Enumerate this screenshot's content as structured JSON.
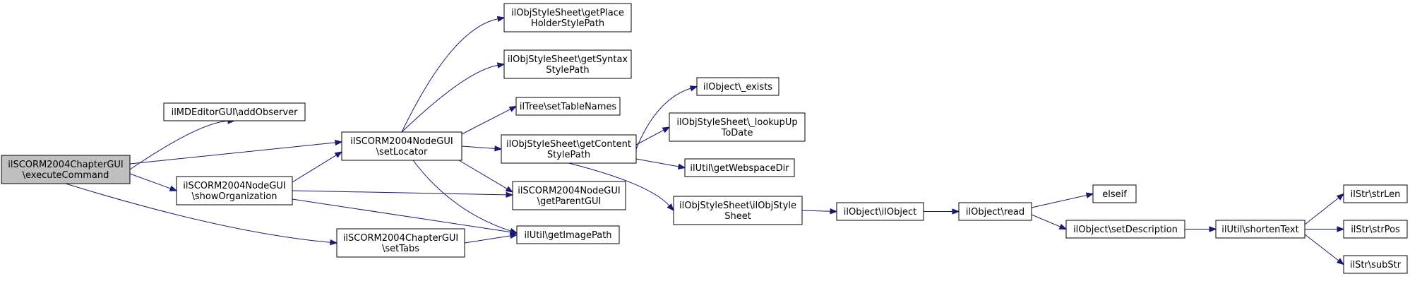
{
  "colors": {
    "edge": "#191970",
    "node_border": "#000000",
    "node_fill": "#ffffff",
    "root_fill": "#bfbfbf"
  },
  "nodes": [
    {
      "id": "root",
      "lines": [
        "ilSCORM2004ChapterGUI",
        "\\executeCommand"
      ]
    },
    {
      "id": "addObserver",
      "lines": [
        "ilMDEditorGUI\\addObserver"
      ]
    },
    {
      "id": "setLocator",
      "lines": [
        "ilSCORM2004NodeGUI",
        "\\setLocator"
      ]
    },
    {
      "id": "showOrg",
      "lines": [
        "ilSCORM2004NodeGUI",
        "\\showOrganization"
      ]
    },
    {
      "id": "setTabs",
      "lines": [
        "ilSCORM2004ChapterGUI",
        "\\setTabs"
      ]
    },
    {
      "id": "placeHolder",
      "lines": [
        "ilObjStyleSheet\\getPlace",
        "HolderStylePath"
      ]
    },
    {
      "id": "syntax",
      "lines": [
        "ilObjStyleSheet\\getSyntax",
        "StylePath"
      ]
    },
    {
      "id": "treeNames",
      "lines": [
        "ilTree\\setTableNames"
      ]
    },
    {
      "id": "content",
      "lines": [
        "ilObjStyleSheet\\getContent",
        "StylePath"
      ]
    },
    {
      "id": "parentGUI",
      "lines": [
        "ilSCORM2004NodeGUI",
        "\\getParentGUI"
      ]
    },
    {
      "id": "imagePath",
      "lines": [
        "ilUtil\\getImagePath"
      ]
    },
    {
      "id": "exists",
      "lines": [
        "ilObject\\_exists"
      ]
    },
    {
      "id": "lookup",
      "lines": [
        "ilObjStyleSheet\\_lookupUp",
        "ToDate"
      ]
    },
    {
      "id": "webspace",
      "lines": [
        "ilUtil\\getWebspaceDir"
      ]
    },
    {
      "id": "ctor",
      "lines": [
        "ilObjStyleSheet\\ilObjStyle",
        "Sheet"
      ]
    },
    {
      "id": "ilObject",
      "lines": [
        "ilObject\\ilObject"
      ]
    },
    {
      "id": "read",
      "lines": [
        "ilObject\\read"
      ]
    },
    {
      "id": "elseif",
      "lines": [
        "elseif"
      ]
    },
    {
      "id": "setDesc",
      "lines": [
        "ilObject\\setDescription"
      ]
    },
    {
      "id": "shorten",
      "lines": [
        "ilUtil\\shortenText"
      ]
    },
    {
      "id": "strLen",
      "lines": [
        "ilStr\\strLen"
      ]
    },
    {
      "id": "strPos",
      "lines": [
        "ilStr\\strPos"
      ]
    },
    {
      "id": "subStr",
      "lines": [
        "ilStr\\subStr"
      ]
    }
  ],
  "edges": [
    {
      "from": "root",
      "to": "addObserver"
    },
    {
      "from": "root",
      "to": "setLocator"
    },
    {
      "from": "root",
      "to": "showOrg"
    },
    {
      "from": "root",
      "to": "setTabs"
    },
    {
      "from": "setLocator",
      "to": "placeHolder"
    },
    {
      "from": "setLocator",
      "to": "syntax"
    },
    {
      "from": "setLocator",
      "to": "treeNames"
    },
    {
      "from": "setLocator",
      "to": "content"
    },
    {
      "from": "setLocator",
      "to": "parentGUI"
    },
    {
      "from": "setLocator",
      "to": "imagePath"
    },
    {
      "from": "showOrg",
      "to": "setLocator"
    },
    {
      "from": "showOrg",
      "to": "parentGUI"
    },
    {
      "from": "showOrg",
      "to": "imagePath"
    },
    {
      "from": "setTabs",
      "to": "imagePath"
    },
    {
      "from": "content",
      "to": "exists"
    },
    {
      "from": "content",
      "to": "lookup"
    },
    {
      "from": "content",
      "to": "webspace"
    },
    {
      "from": "content",
      "to": "ctor"
    },
    {
      "from": "ctor",
      "to": "ilObject"
    },
    {
      "from": "ilObject",
      "to": "read"
    },
    {
      "from": "read",
      "to": "elseif"
    },
    {
      "from": "read",
      "to": "setDesc"
    },
    {
      "from": "setDesc",
      "to": "shorten"
    },
    {
      "from": "shorten",
      "to": "strLen"
    },
    {
      "from": "shorten",
      "to": "strPos"
    },
    {
      "from": "shorten",
      "to": "subStr"
    }
  ]
}
